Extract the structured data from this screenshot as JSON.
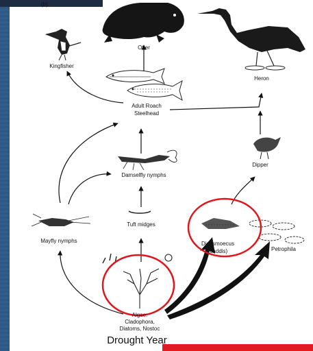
{
  "panel_letter": "(b)",
  "nodes": {
    "otter": "Otter",
    "kingfisher": "Kingfisher",
    "heron": "Heron",
    "fish_1": "Adult Roach",
    "fish_2": "Steelhead",
    "dipper": "Dipper",
    "damselfly": "Damselfly nymphs",
    "mayfly": "Mayfly nymphs",
    "tuft_midges": "Tuft midges",
    "caddis_1": "Dicosmoecus",
    "caddis_2": "(caddis)",
    "petrophila": "Petrophila",
    "algae_1": "Algae:",
    "algae_2": "Cladophora,",
    "algae_3": "Diatoms, Nostoc"
  },
  "caption": "Drought Year",
  "colors": {
    "background": "#2f5a86",
    "highlight_circle": "#e0161e",
    "red_bar": "#e21a22"
  }
}
